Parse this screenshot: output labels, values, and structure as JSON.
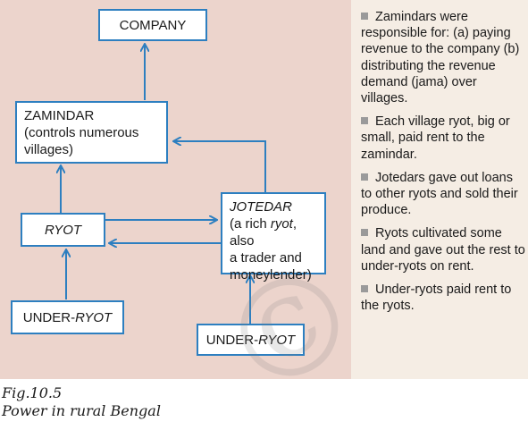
{
  "diagram": {
    "company": "COMPANY",
    "zamindar": {
      "line1": "ZAMINDAR",
      "line2": "(controls numerous",
      "line3": "villages)"
    },
    "ryot": "RYOT",
    "jotedar": {
      "line1": "JOTEDAR",
      "line2_pre": "(a rich ",
      "line2_em": "ryot",
      "line2_post": ", also",
      "line3": "a trader and",
      "line4": "moneylender)"
    },
    "under_ryot_left": {
      "pre": "UNDER-",
      "em": "RYOT"
    },
    "under_ryot_right": {
      "pre": "UNDER-",
      "em": "RYOT"
    }
  },
  "notes": [
    {
      "text": "Zamindars were responsible for: (a) paying revenue to the company (b) distributing the revenue demand (jama) over villages."
    },
    {
      "text": "Each village ryot, big or small, paid rent to the zamindar."
    },
    {
      "text": "Jotedars gave out loans to other ryots and sold their produce."
    },
    {
      "text": "Ryots cultivated some land and gave out the rest to under-ryots on rent."
    },
    {
      "text": "Under-ryots paid rent to the ryots."
    }
  ],
  "caption": {
    "number": "Fig.10.5",
    "title": "Power in rural Bengal"
  },
  "colors": {
    "arrow": "#2d7fc0",
    "panel_left": "#ecd4cc",
    "panel_right": "#f5ede4",
    "bullet": "#9a9a9a"
  }
}
